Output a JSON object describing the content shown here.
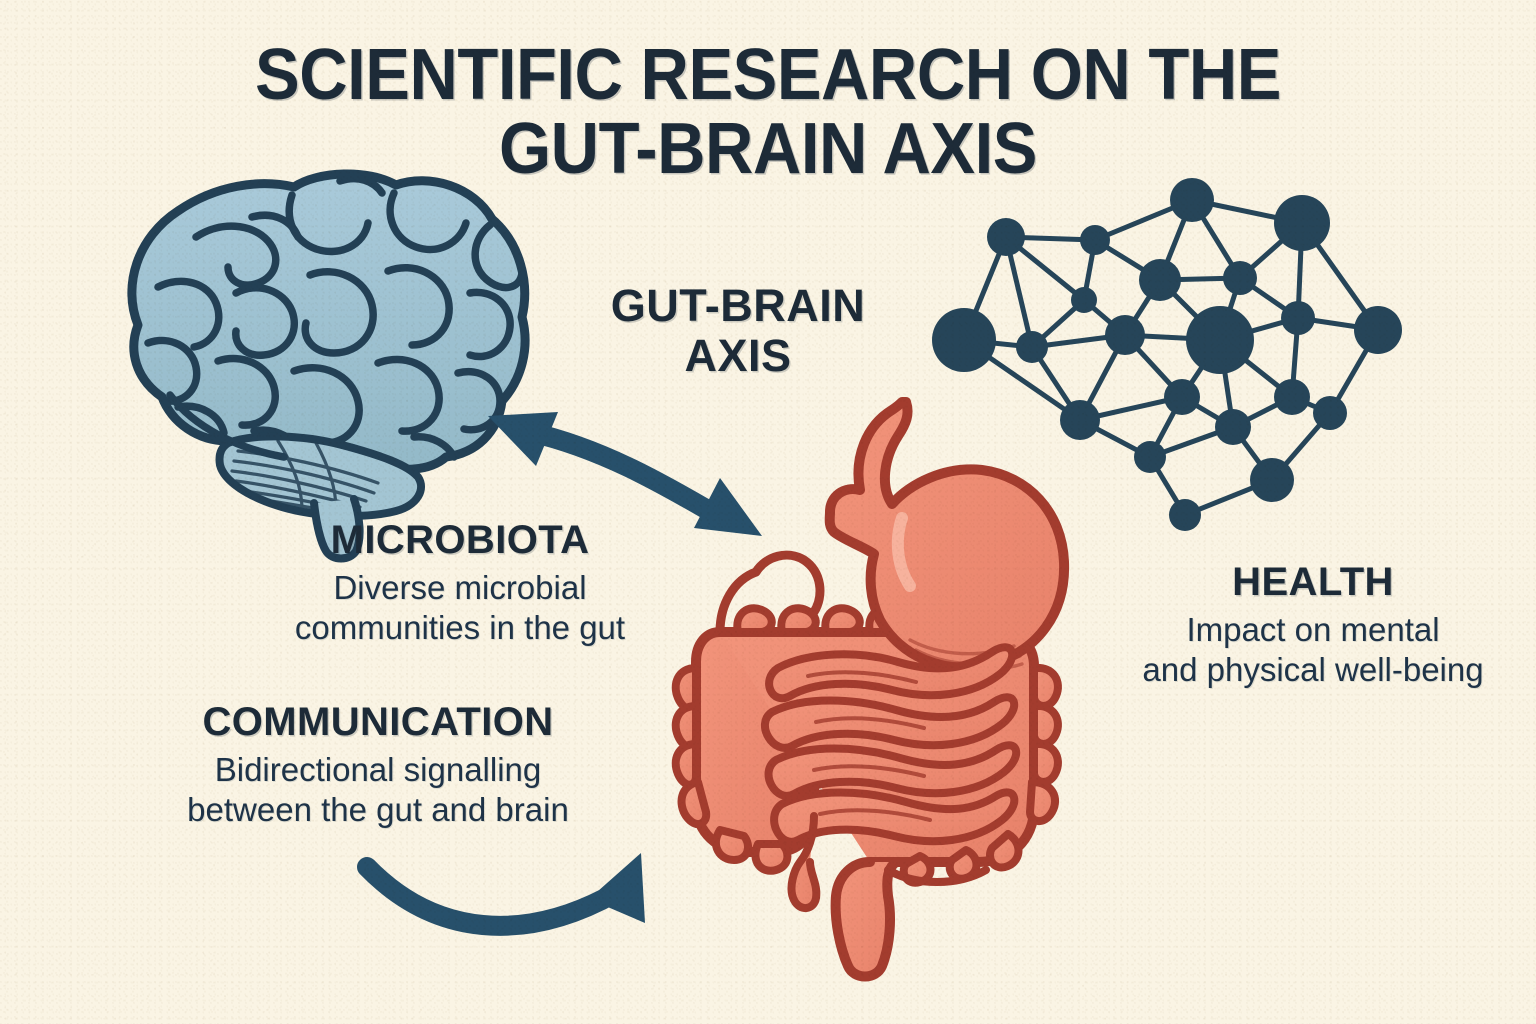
{
  "page": {
    "background_color": "#faf4e4",
    "ink_color": "#1d2b38",
    "body_text_color": "#1e3348",
    "brain_fill": "#9cc0ce",
    "brain_outline": "#234055",
    "gut_fill": "#ee8a6e",
    "gut_outline": "#a33c2e",
    "network_color": "#234055",
    "arrow_color": "#27506b"
  },
  "title": "SCIENTIFIC RESEARCH ON THE\nGUT-BRAIN AXIS",
  "center_label": "GUT-BRAIN\nAXIS",
  "blocks": [
    {
      "id": "microbiota",
      "heading": "MICROBIOTA",
      "body": "Diverse microbial\ncommunities in the gut"
    },
    {
      "id": "communication",
      "heading": "COMMUNICATION",
      "body": "Bidirectional signalling\nbetween the gut and brain"
    },
    {
      "id": "health",
      "heading": "HEALTH",
      "body": "Impact on mental\nand physical well-being"
    }
  ],
  "illustrations": [
    {
      "name": "brain-illustration",
      "label": "Human brain, lateral view"
    },
    {
      "name": "digestive-system-illustration",
      "label": "Stomach and intestines"
    },
    {
      "name": "network-graph-illustration",
      "label": "Microbial network nodes"
    }
  ],
  "arrows": [
    {
      "name": "bidirectional-arrow",
      "direction": "double",
      "from": "brain",
      "to": "gut"
    },
    {
      "name": "gut-arrow",
      "direction": "single",
      "from": "communication",
      "to": "gut"
    }
  ]
}
